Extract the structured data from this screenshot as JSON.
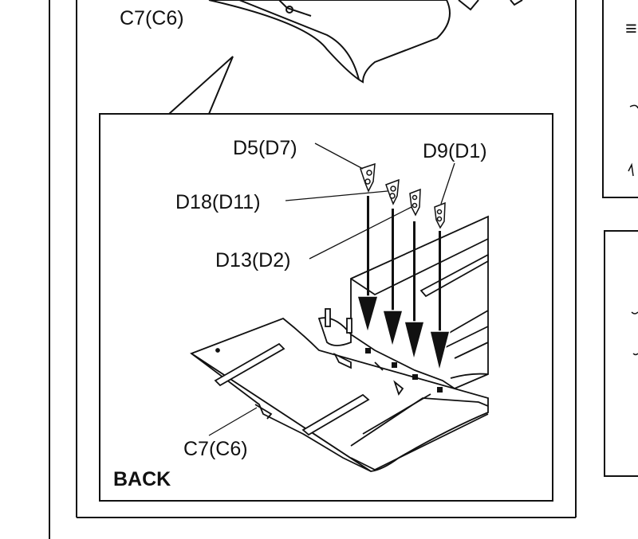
{
  "top_label": "C7(C6)",
  "inset": {
    "labels": {
      "d5": "D5(D7)",
      "d9": "D9(D1)",
      "d18": "D18(D11)",
      "d13": "D13(D2)",
      "c7": "C7(C6)"
    },
    "view_label": "BACK"
  },
  "side_icons": {
    "menu": "≡"
  }
}
